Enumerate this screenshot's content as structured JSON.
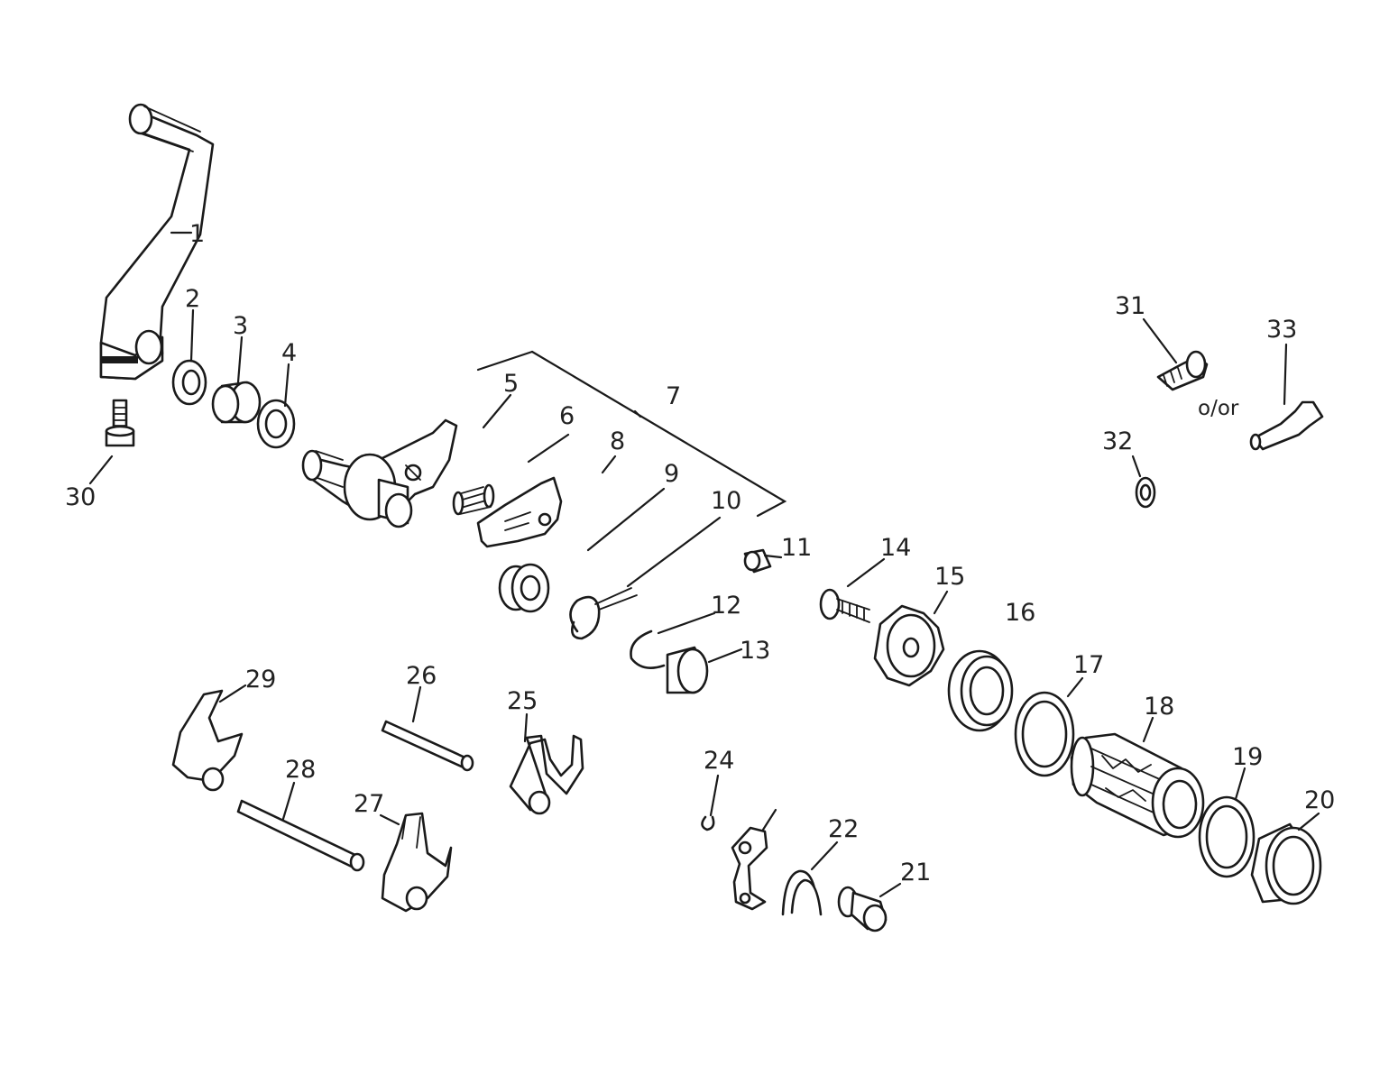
{
  "labels": {
    "l1": "1",
    "l2": "2",
    "l3": "3",
    "l4": "4",
    "l5": "5",
    "l6": "6",
    "l7": "7",
    "l8": "8",
    "l9": "9",
    "l10": "10",
    "l11": "11",
    "l12": "12",
    "l13": "13",
    "l14": "14",
    "l15": "15",
    "l16": "16",
    "l17": "17",
    "l18": "18",
    "l19": "19",
    "l20": "20",
    "l21": "21",
    "l22": "22",
    "l23": "",
    "l24": "24",
    "l25": "25",
    "l26": "26",
    "l27": "27",
    "l28": "28",
    "l29": "29",
    "l30": "30",
    "l31": "31",
    "l32": "32",
    "l33": "33",
    "alternative": "o/or"
  },
  "colors": {
    "line": "#1a1a1a",
    "background": "#ffffff"
  }
}
